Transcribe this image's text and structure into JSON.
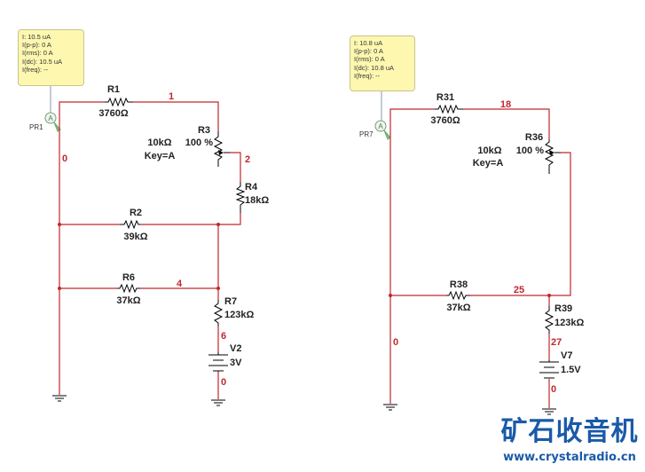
{
  "probes": [
    {
      "id": "PR1",
      "readings": [
        "I: 10.5 uA",
        "I(p-p): 0 A",
        "I(rms): 0 A",
        "I(dc): 10.5 uA",
        "I(freq): --"
      ]
    },
    {
      "id": "PR7",
      "readings": [
        "I: 10.8 uA",
        "I(p-p): 0 A",
        "I(rms): 0 A",
        "I(dc): 10.8 uA",
        "I(freq): --"
      ]
    }
  ],
  "circuit_left": {
    "R1": {
      "name": "R1",
      "value": "3760Ω"
    },
    "R3": {
      "name": "R3",
      "value": "10kΩ",
      "setting": "100 %",
      "key": "Key=A"
    },
    "R4": {
      "name": "R4",
      "value": "18kΩ"
    },
    "R2": {
      "name": "R2",
      "value": "39kΩ"
    },
    "R6": {
      "name": "R6",
      "value": "37kΩ"
    },
    "R7": {
      "name": "R7",
      "value": "123kΩ"
    },
    "V2": {
      "name": "V2",
      "value": "3V"
    },
    "nets": {
      "n1": "1",
      "n2": "2",
      "n4": "4",
      "n6": "6",
      "n0a": "0",
      "n0b": "0"
    }
  },
  "circuit_right": {
    "R31": {
      "name": "R31",
      "value": "3760Ω"
    },
    "R36": {
      "name": "R36",
      "value": "10kΩ",
      "setting": "100 %",
      "key": "Key=A"
    },
    "R38": {
      "name": "R38",
      "value": "37kΩ"
    },
    "R39": {
      "name": "R39",
      "value": "123kΩ"
    },
    "V7": {
      "name": "V7",
      "value": "1.5V"
    },
    "nets": {
      "n18": "18",
      "n25": "25",
      "n27": "27",
      "n0a": "0",
      "n0b": "0"
    }
  },
  "watermark": {
    "title": "矿石收音机",
    "url": "www.crystalradio.cn"
  },
  "colors": {
    "wire": "#c0272d",
    "tooltip_bg": "#fdf7b0",
    "logo": "#1a5aa8"
  }
}
